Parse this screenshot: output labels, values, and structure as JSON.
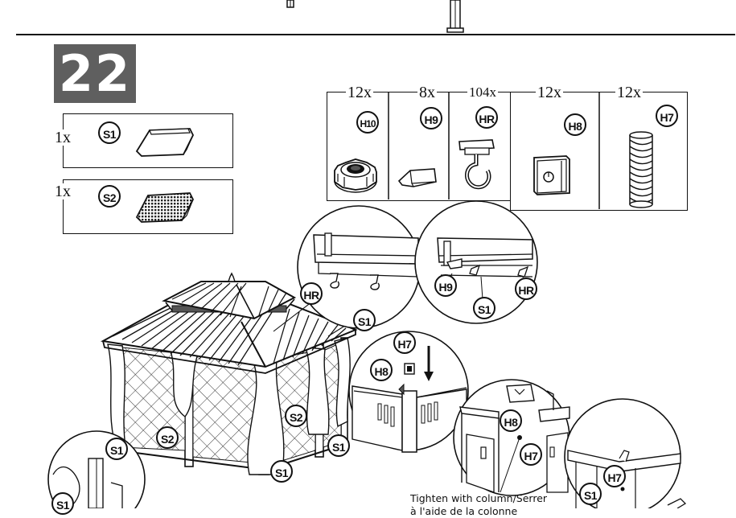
{
  "step": {
    "number": "22"
  },
  "panels_left": [
    {
      "qty": "1x",
      "code": "S1"
    },
    {
      "qty": "1x",
      "code": "S2"
    }
  ],
  "hardware": [
    {
      "qty": "12x",
      "code": "H10"
    },
    {
      "qty": "8x",
      "code": "H9"
    },
    {
      "qty": "104x",
      "code": "HR"
    },
    {
      "qty": "12x",
      "code": "H8"
    },
    {
      "qty": "12x",
      "code": "H7"
    }
  ],
  "callouts": {
    "detail_a": {
      "hr": "HR"
    },
    "detail_b": {
      "h9": "H9",
      "hr": "HR",
      "s1": "S1"
    },
    "gazebo": {
      "s1_top": "S1",
      "s2_front": "S2",
      "s2_side": "S2",
      "s1_left": "S1",
      "s1_mid": "S1",
      "s1_right": "S1"
    },
    "detail_c": {
      "h7": "H7",
      "h8": "H8"
    },
    "detail_d": {
      "h8": "H8",
      "h7": "H7"
    },
    "detail_e": {
      "h7": "H7",
      "s1": "S1"
    },
    "detail_f": {
      "s1": "S1"
    }
  },
  "caption": {
    "line1": "Tighten with column/Serrer",
    "line2": "à l'aide de la colonne"
  }
}
